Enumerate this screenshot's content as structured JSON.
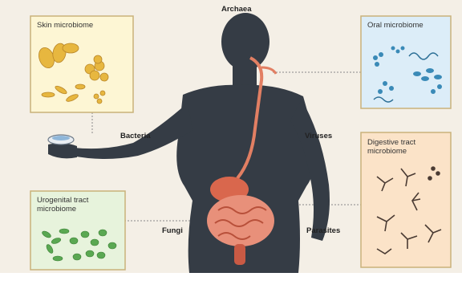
{
  "colors": {
    "background": "#f4efe6",
    "silhouette": "#353c45",
    "panel_skin": "#fdf6d4",
    "panel_oral": "#dcedf8",
    "panel_urogenital": "#e7f3dc",
    "panel_digestive": "#fbe3c8",
    "panel_border": "#c9b27a",
    "gut": "#e27f63",
    "bacteria_skin": "#e7b73f",
    "bacteria_oral": "#3a8ab7",
    "bacteria_uro": "#5aa852",
    "bacteria_digestive": "#4a3b33"
  },
  "panels": {
    "skin": {
      "title": "Skin microbiome"
    },
    "oral": {
      "title": "Oral microbiome"
    },
    "urogenital": {
      "title": "Urogenital tract\nmicrobiome"
    },
    "digestive": {
      "title": "Digestive tract\nmicrobiome"
    }
  },
  "labels": {
    "archaea": "Archaea",
    "bacteria": "Bacteria",
    "viruses": "Viruses",
    "fungi": "Fungi",
    "parasites": "Parasites"
  },
  "icons": [
    "petri-dish-icon"
  ]
}
